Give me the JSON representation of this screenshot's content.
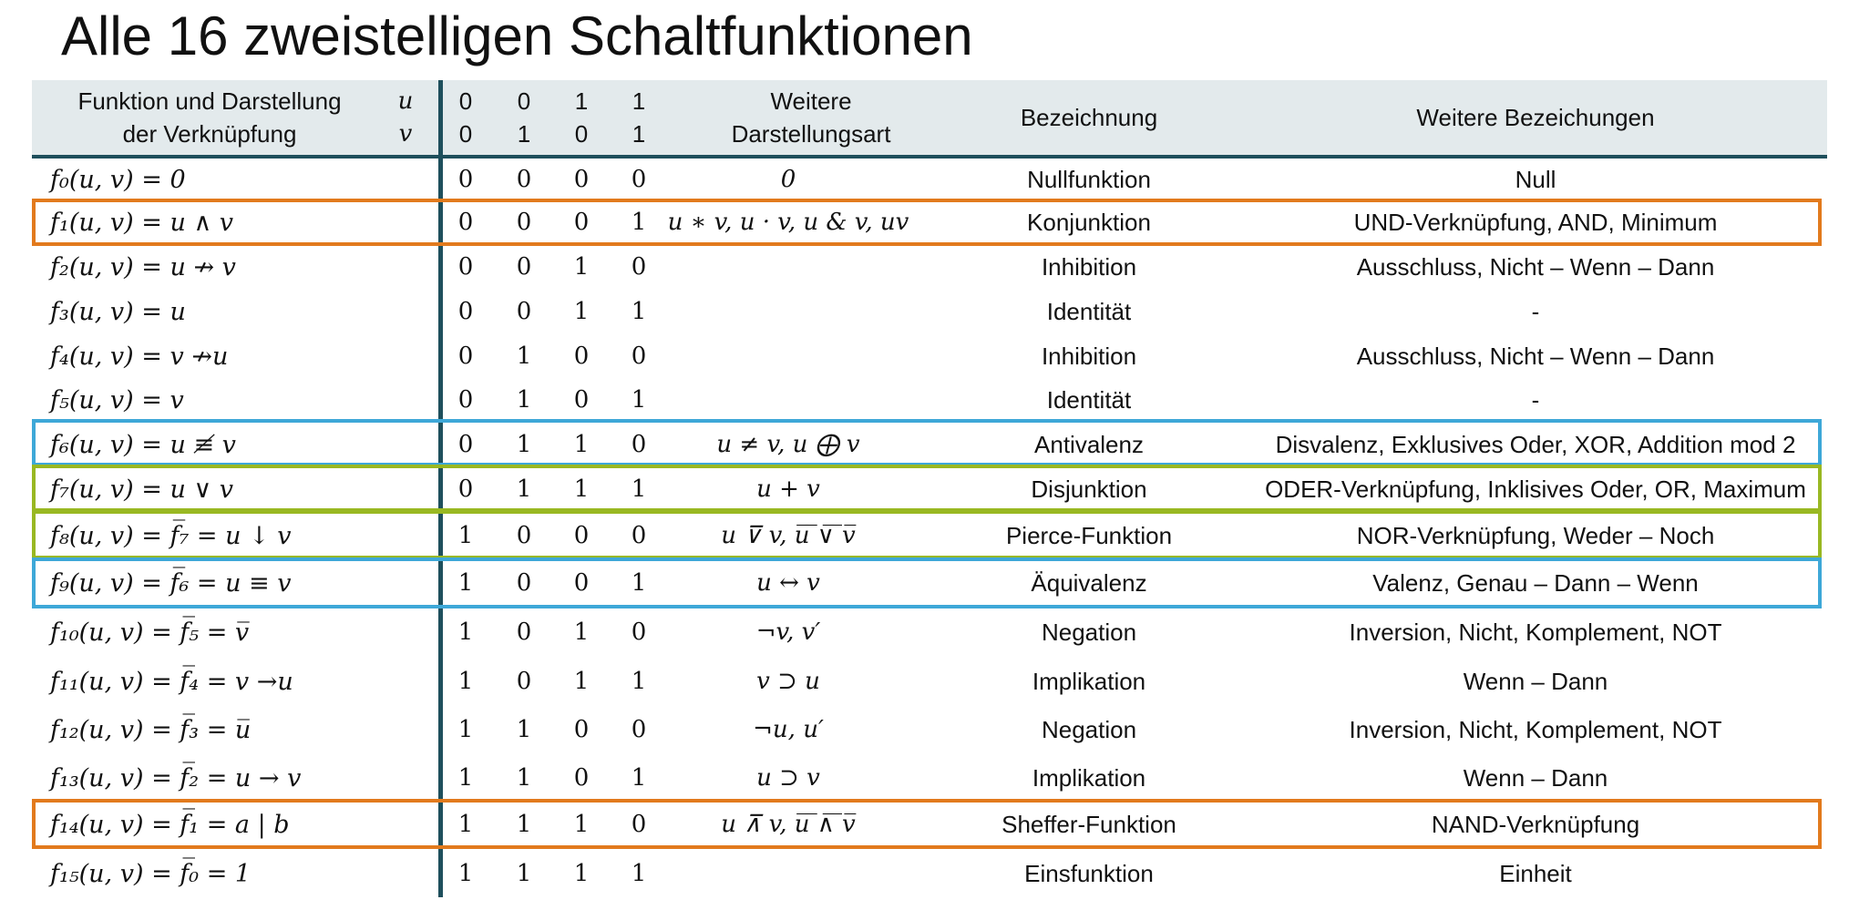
{
  "title": "Alle 16 zweistelligen Schaltfunktionen",
  "header": {
    "func_line1": "Funktion und Darstellung",
    "func_line2": "der Verknüpfung",
    "u": "u",
    "v": "v",
    "u_bits": [
      "0",
      "0",
      "1",
      "1"
    ],
    "v_bits": [
      "0",
      "1",
      "0",
      "1"
    ],
    "alt_line1": "Weitere",
    "alt_line2": "Darstellungsart",
    "name": "Bezeichnung",
    "more": "Weitere Bezeichungen"
  },
  "rows": [
    {
      "func": "f₀(u, v) = 0",
      "bits": [
        "0",
        "0",
        "0",
        "0"
      ],
      "alt": "0",
      "name": "Nullfunktion",
      "more": "Null"
    },
    {
      "func": "f₁(u, v) = u ∧ v",
      "bits": [
        "0",
        "0",
        "0",
        "1"
      ],
      "alt": "u ∗ v, u · v, u & v, uv",
      "name": "Konjunktion",
      "more": "UND-Verknüpfung, AND, Minimum"
    },
    {
      "func": "f₂(u, v) = u ↛ v",
      "bits": [
        "0",
        "0",
        "1",
        "0"
      ],
      "alt": "",
      "name": "Inhibition",
      "more": "Ausschluss, Nicht – Wenn – Dann"
    },
    {
      "func": "f₃(u, v) = u",
      "bits": [
        "0",
        "0",
        "1",
        "1"
      ],
      "alt": "",
      "name": "Identität",
      "more": "-"
    },
    {
      "func": "f₄(u, v) = v ↛u",
      "bits": [
        "0",
        "1",
        "0",
        "0"
      ],
      "alt": "",
      "name": "Inhibition",
      "more": "Ausschluss, Nicht – Wenn – Dann"
    },
    {
      "func": "f₅(u, v) = v",
      "bits": [
        "0",
        "1",
        "0",
        "1"
      ],
      "alt": "",
      "name": "Identität",
      "more": "-"
    },
    {
      "func": "f₆(u, v) = u ≢ v",
      "bits": [
        "0",
        "1",
        "1",
        "0"
      ],
      "alt": "u ≠ v, u ⨁ v",
      "name": "Antivalenz",
      "more": "Disvalenz, Exklusives Oder, XOR, Addition mod 2"
    },
    {
      "func": "f₇(u, v) = u ∨ v",
      "bits": [
        "0",
        "1",
        "1",
        "1"
      ],
      "alt": "u + v",
      "name": "Disjunktion",
      "more": "ODER-Verknüpfung, Inklisives Oder, OR, Maximum"
    },
    {
      "func": "f₈(u, v) = f̅₇ = u ↓ v",
      "bits": [
        "1",
        "0",
        "0",
        "0"
      ],
      "alt": "u ⊽ v, u̅ ̅∨̅ ̅v̅",
      "name": "Pierce-Funktion",
      "more": "NOR-Verknüpfung, Weder – Noch"
    },
    {
      "func": "f₉(u, v) = f̅₆ = u ≡ v",
      "bits": [
        "1",
        "0",
        "0",
        "1"
      ],
      "alt": "u ↔ v",
      "name": "Äquivalenz",
      "more": "Valenz, Genau – Dann – Wenn"
    },
    {
      "func": "f₁₀(u, v) = f̅₅ = v̅",
      "bits": [
        "1",
        "0",
        "1",
        "0"
      ],
      "alt": "¬v, v′",
      "name": "Negation",
      "more": "Inversion, Nicht, Komplement, NOT"
    },
    {
      "func": "f₁₁(u, v) = f̅₄ = v →u",
      "bits": [
        "1",
        "0",
        "1",
        "1"
      ],
      "alt": "v ⊃ u",
      "name": "Implikation",
      "more": "Wenn – Dann"
    },
    {
      "func": "f₁₂(u, v) = f̅₃ = u̅",
      "bits": [
        "1",
        "1",
        "0",
        "0"
      ],
      "alt": "¬u, u′",
      "name": "Negation",
      "more": "Inversion, Nicht, Komplement, NOT"
    },
    {
      "func": "f₁₃(u, v) = f̅₂ = u → v",
      "bits": [
        "1",
        "1",
        "0",
        "1"
      ],
      "alt": "u ⊃ v",
      "name": "Implikation",
      "more": "Wenn – Dann"
    },
    {
      "func": "f₁₄(u, v) = f̅₁ = a | b",
      "bits": [
        "1",
        "1",
        "1",
        "0"
      ],
      "alt": "u ⊼ v, u̅ ̅∧̅ ̅v̅",
      "name": "Sheffer-Funktion",
      "more": "NAND-Verknüpfung"
    },
    {
      "func": "f₁₅(u, v) = f̅₀ = 1",
      "bits": [
        "1",
        "1",
        "1",
        "1"
      ],
      "alt": "",
      "name": "Einsfunktion",
      "more": "Einheit"
    }
  ],
  "highlight_colors": {
    "orange": "#e27a1d",
    "blue": "#3ea8d8",
    "green": "#99b822"
  }
}
